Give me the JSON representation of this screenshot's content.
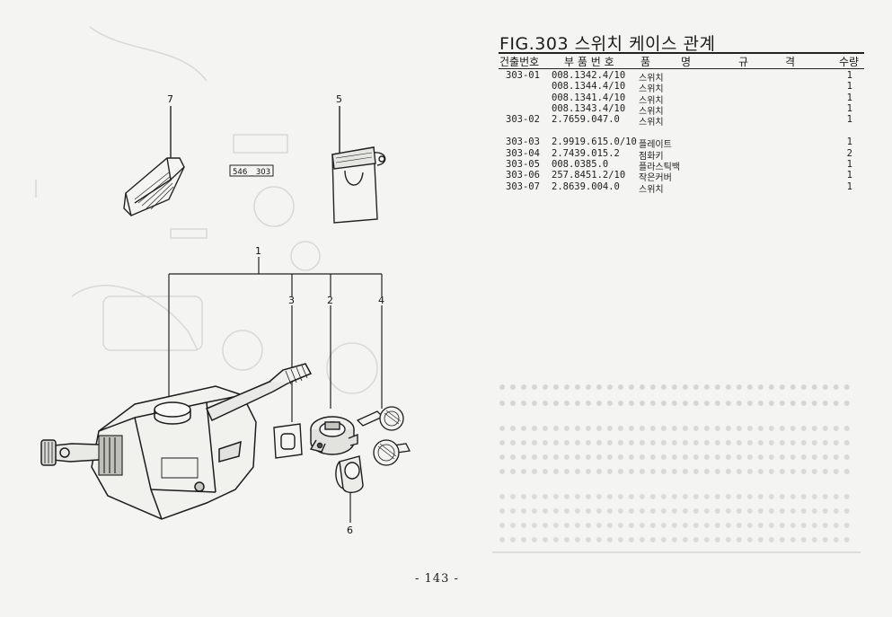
{
  "figure": {
    "title": "FIG.303 스위치 케이스 관계",
    "ref_label": "546 _ 303",
    "callouts": [
      "1",
      "2",
      "3",
      "4",
      "5",
      "6",
      "7"
    ]
  },
  "table": {
    "headers": {
      "no": "건출번호",
      "part": "부 품 번 호",
      "name_1": "품",
      "name_2": "명",
      "spec_1": "규",
      "spec_2": "격",
      "qty": "수량"
    },
    "rows": [
      {
        "no": "303-01",
        "part": "008.1342.4/10",
        "name": "스위치",
        "qty": "1"
      },
      {
        "no": "",
        "part": "008.1344.4/10",
        "name": "스위치",
        "qty": "1"
      },
      {
        "no": "",
        "part": "008.1341.4/10",
        "name": "스위치",
        "qty": "1"
      },
      {
        "no": "",
        "part": "008.1343.4/10",
        "name": "스위치",
        "qty": "1"
      },
      {
        "no": "303-02",
        "part": "2.7659.047.0",
        "name": "스위치",
        "qty": "1"
      },
      {
        "gap": true
      },
      {
        "no": "303-03",
        "part": "2.9919.615.0/10",
        "name": "플레이트",
        "qty": "1"
      },
      {
        "no": "303-04",
        "part": "2.7439.015.2",
        "name": "점화키",
        "qty": "2"
      },
      {
        "no": "303-05",
        "part": "008.0385.0",
        "name": "플라스틱백",
        "qty": "1"
      },
      {
        "no": "303-06",
        "part": "257.8451.2/10",
        "name": "작은커버",
        "qty": "1"
      },
      {
        "no": "303-07",
        "part": "2.8639.004.0",
        "name": "스위치",
        "qty": "1"
      }
    ]
  },
  "page_number": "- 143 -"
}
